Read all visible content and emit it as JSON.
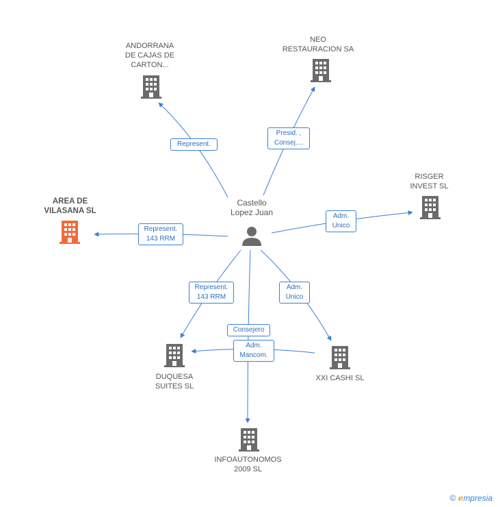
{
  "person": {
    "name": "Castello\nLopez Juan"
  },
  "companies": {
    "andorrana": "ANDORRANA\nDE CAJAS DE\nCARTON...",
    "neo": "NEO\nRESTAURACION SA",
    "risger": "RISGER\nINVEST SL",
    "area": "AREA DE\nVILASANA SL",
    "duquesa": "DUQUESA\nSUITES  SL",
    "xxi": "XXI CASHI  SL",
    "infoautonomos": "INFOAUTONOMOS\n2009 SL"
  },
  "relations": {
    "andorrana": "Represent.",
    "neo": "Presid. ,\nConsej....",
    "risger": "Adm.\nUnico",
    "area": "Represent.\n143 RRM",
    "duquesa": "Represent.\n143 RRM",
    "xxi": "Adm.\nUnico",
    "consejero": "Consejero",
    "mancom": "Adm.\nMancom."
  },
  "colors": {
    "edge": "#3a7fd5",
    "building": "#6b6b6b",
    "highlight": "#f26a3c"
  },
  "footer": {
    "copyright": "©",
    "brand_e": "e",
    "brand_rest": "mpresia"
  }
}
